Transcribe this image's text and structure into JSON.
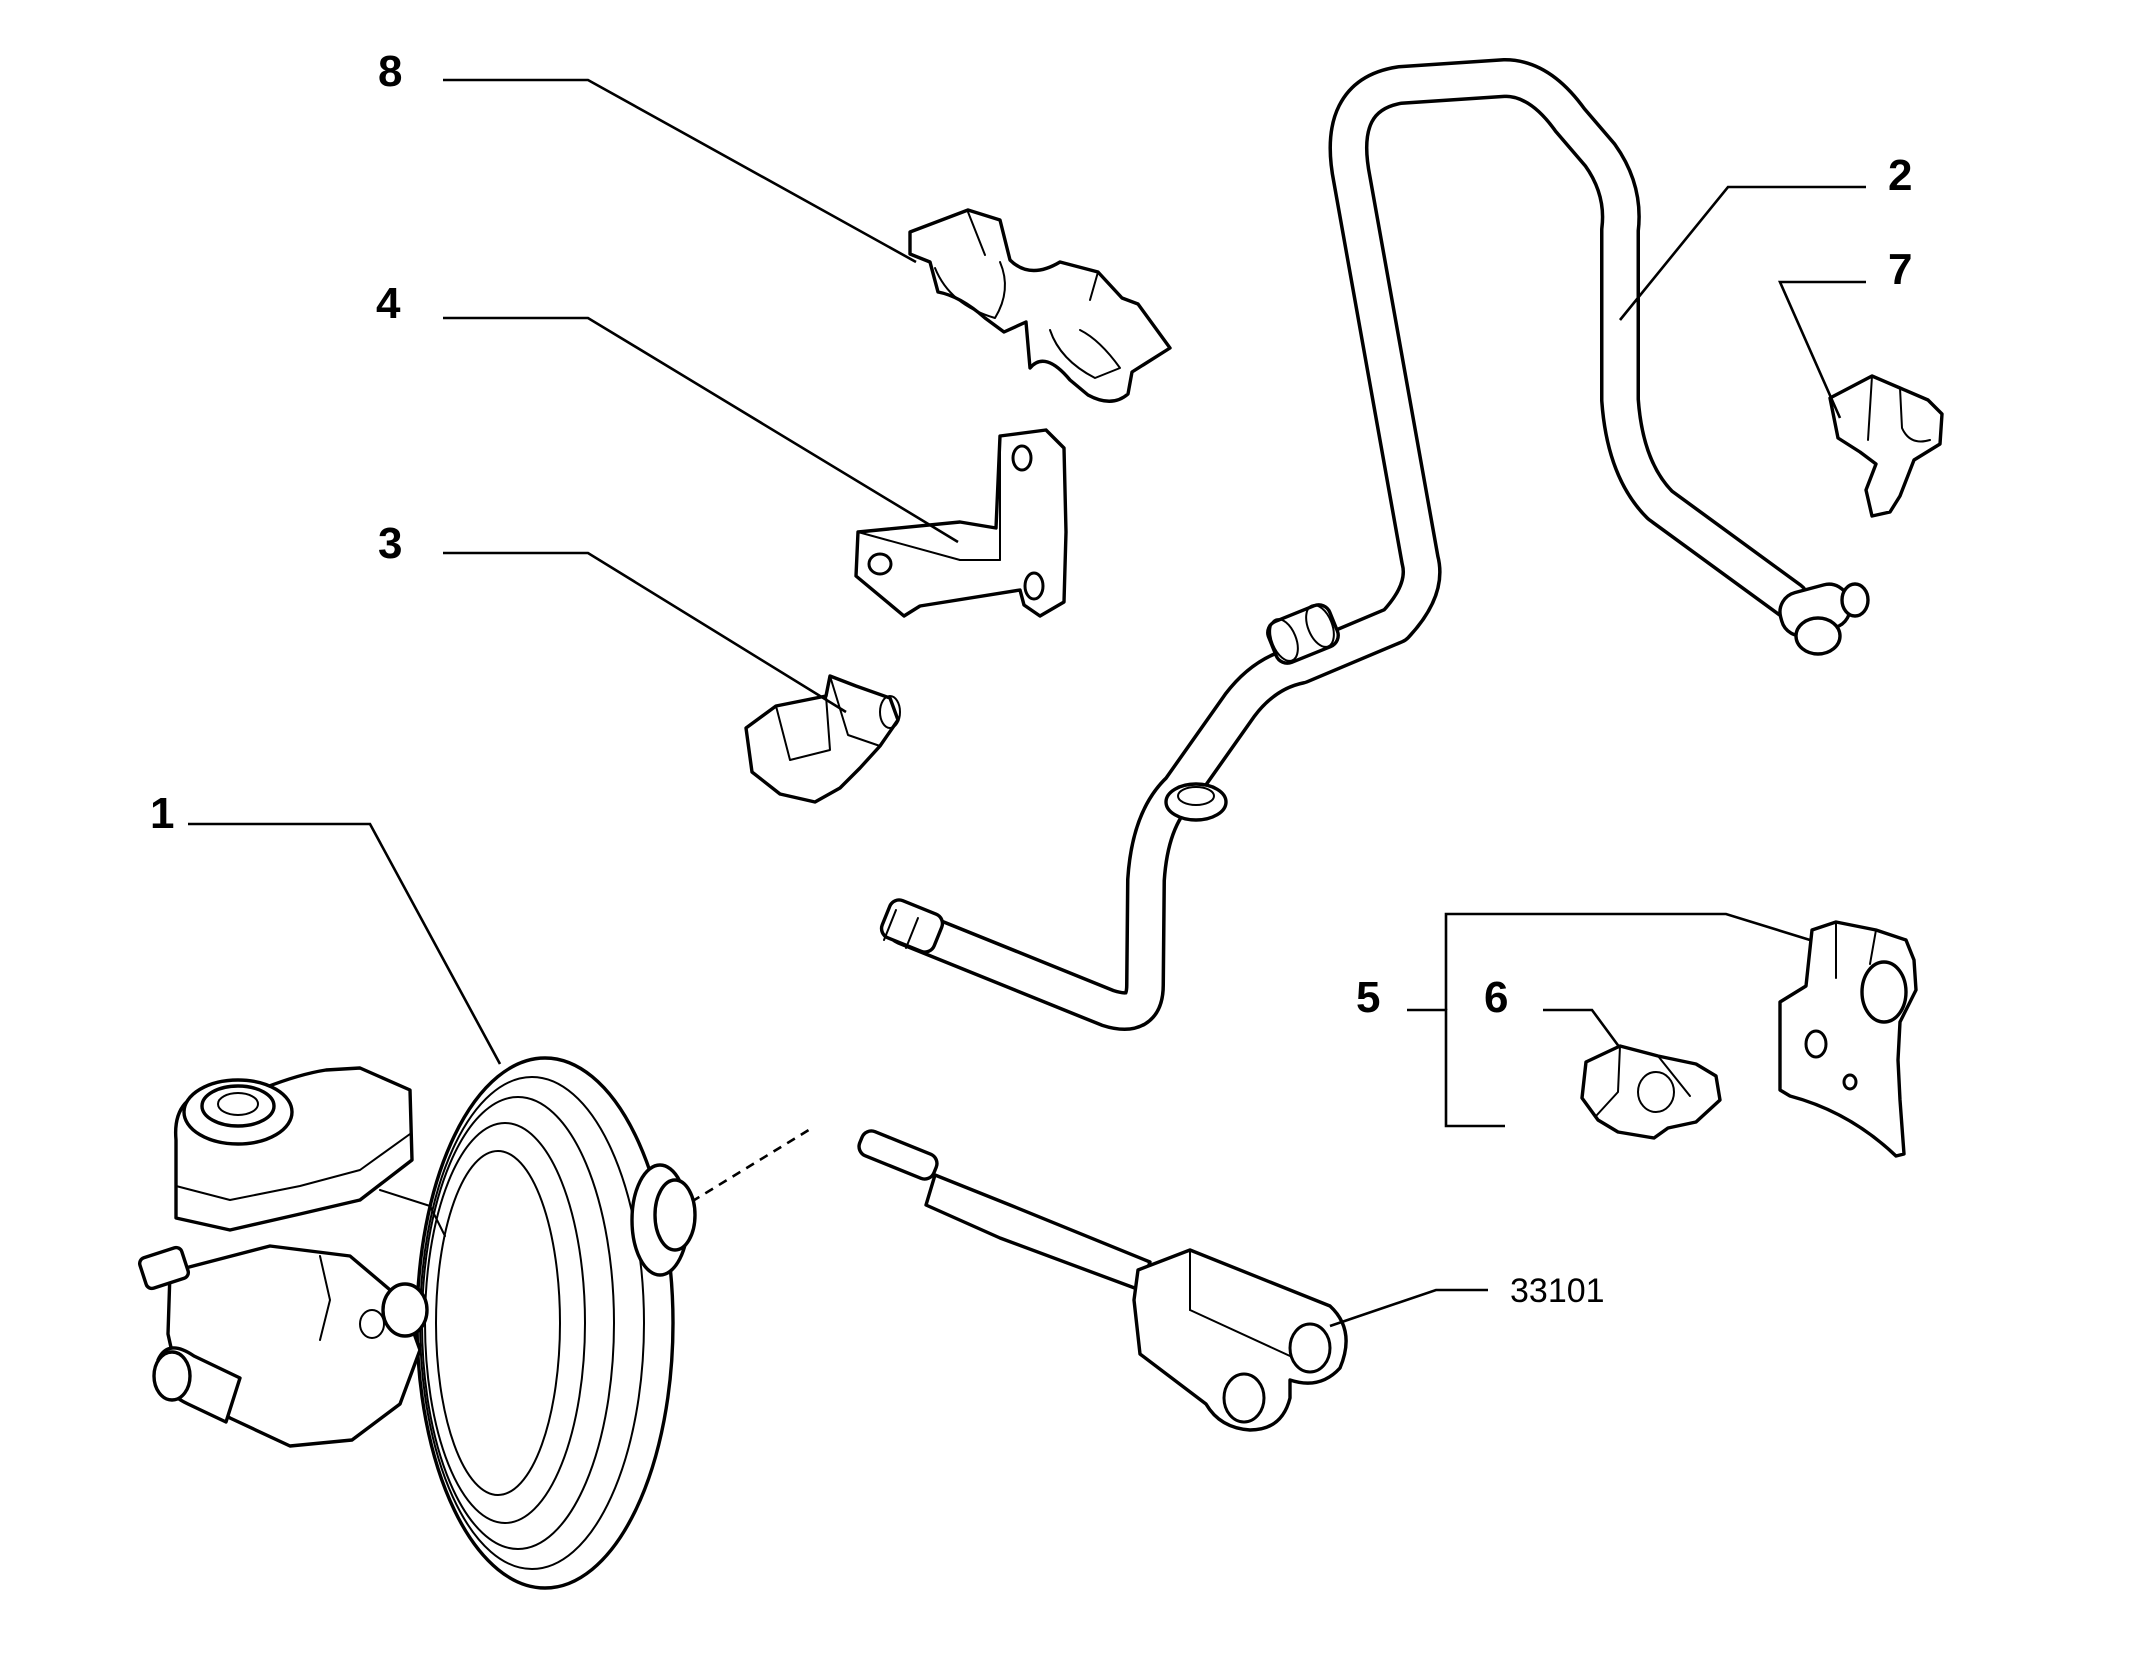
{
  "callouts": {
    "p1": "1",
    "p2": "2",
    "p3": "3",
    "p4": "4",
    "p5": "5",
    "p6": "6",
    "p7": "7",
    "p8": "8"
  },
  "drawing_code": "33101",
  "parts": {
    "p1": "brake-booster-with-master-cylinder",
    "p2": "brake-pipe",
    "p3": "pipe-clip",
    "p4": "support-bracket",
    "p5": "bracket",
    "p6": "pipe-clip",
    "p7": "pipe-clip",
    "p8": "double-pipe-clip",
    "rod": "pushrod-clevis"
  }
}
